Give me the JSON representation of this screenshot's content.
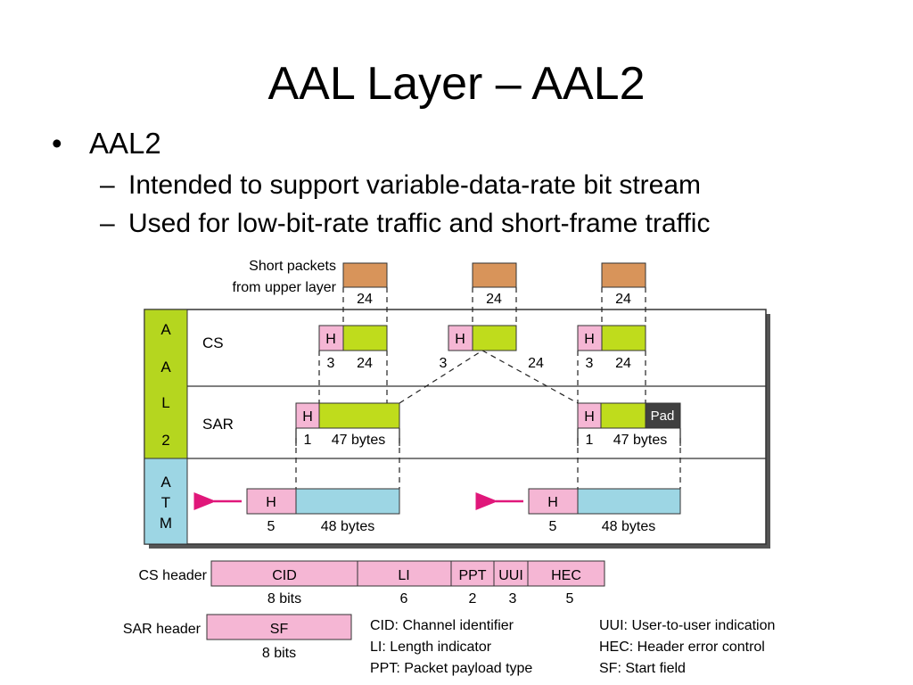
{
  "title": "AAL Layer – AAL2",
  "bullet": {
    "marker": "•",
    "text": "AAL2"
  },
  "sub_bullets": [
    {
      "marker": "–",
      "text": "Intended to support variable-data-rate bit stream"
    },
    {
      "marker": "–",
      "text": "Used for low-bit-rate traffic and short-frame traffic"
    }
  ],
  "diagram": {
    "short_packets_line1": "Short packets",
    "short_packets_line2": "from upper layer",
    "packet_size": "24",
    "aal2_side_letters": [
      "A",
      "A",
      "L",
      "2"
    ],
    "atm_side_letters": [
      "A",
      "T",
      "M"
    ],
    "cs_label": "CS",
    "sar_label": "SAR",
    "header_label": "H",
    "cs_header_size": "3",
    "cs_payload_size": "24",
    "sar_header_size": "1",
    "sar_payload_size": "47 bytes",
    "pad_label": "Pad",
    "atm_header_size": "5",
    "atm_payload_size": "48 bytes",
    "colors": {
      "packet": "#d8945a",
      "header": "#f5b6d4",
      "payload": "#bfdc1c",
      "atm": "#9dd6e4",
      "pad": "#404040",
      "arrow": "#e0177a"
    }
  },
  "cs_header": {
    "label": "CS header",
    "fields": [
      {
        "name": "CID",
        "bits": "8 bits"
      },
      {
        "name": "LI",
        "bits": "6"
      },
      {
        "name": "PPT",
        "bits": "2"
      },
      {
        "name": "UUI",
        "bits": "3"
      },
      {
        "name": "HEC",
        "bits": "5"
      }
    ]
  },
  "sar_header": {
    "label": "SAR header",
    "field": "SF",
    "bits": "8 bits"
  },
  "legend": [
    "CID: Channel identifier",
    "LI: Length indicator",
    "PPT: Packet payload type",
    "UUI: User-to-user indication",
    "HEC: Header error control",
    "SF: Start field"
  ]
}
